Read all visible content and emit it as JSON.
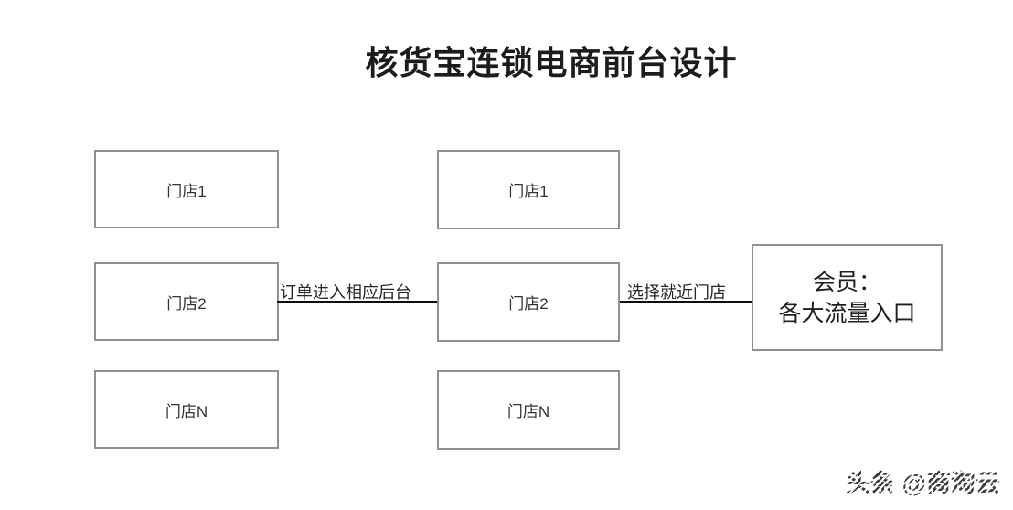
{
  "title": "核货宝连锁电商前台设计",
  "diagram": {
    "columns": [
      {
        "name": "store-column-left",
        "boxes": [
          "门店1",
          "门店2",
          "门店N"
        ]
      },
      {
        "name": "store-column-middle",
        "boxes": [
          "门店1",
          "门店2",
          "门店N"
        ]
      }
    ],
    "member_box": {
      "line1": "会员：",
      "line2": "各大流量入口"
    },
    "edges": [
      {
        "from": "middle-store-2",
        "to": "left-store-2",
        "label": "订单进入相应后台"
      },
      {
        "from": "member-box",
        "to": "middle-store-2",
        "label": "选择就近门店"
      }
    ]
  },
  "watermark": {
    "text": "头条 @商淘云"
  },
  "colors": {
    "background": "#ffffff",
    "box_border": "#909090",
    "box_text": "#333333",
    "connector_line": "#0d0d0d",
    "title_text": "#1c1c1c",
    "watermark_text": "#3d3d3d"
  }
}
